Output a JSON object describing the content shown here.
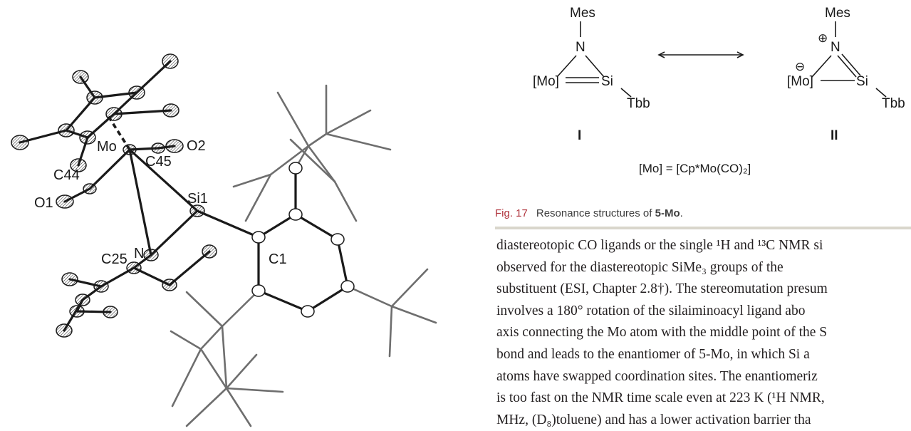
{
  "figure_left": {
    "atoms": {
      "mo": "Mo",
      "o2": "O2",
      "c45": "C45",
      "c44": "C44",
      "o1": "O1",
      "si1": "Si1",
      "n": "N",
      "c25": "C25",
      "c1": "C1"
    }
  },
  "scheme": {
    "mes_left": "Mes",
    "mes_right": "Mes",
    "n_left": "N",
    "n_right": "N",
    "mo_left": "[Mo]",
    "mo_right": "[Mo]",
    "si_left": "Si",
    "si_right": "Si",
    "tbb_left": "Tbb",
    "tbb_right": "Tbb",
    "label_left": "I",
    "label_right": "II",
    "plus": "⊕",
    "minus": "⊖",
    "definition": "[Mo] = [Cp*Mo(CO)₂]"
  },
  "caption": {
    "figure": "Fig. 17",
    "text": "Resonance structures of ",
    "compound": "5-Mo",
    "end": "."
  },
  "body_lines": [
    "diastereotopic CO ligands or the single ¹H and ¹³C NMR si",
    "observed for the diastereotopic SiMe₃ groups of the",
    "substituent (ESI, Chapter 2.8†). The stereomutation presum",
    "involves a 180° rotation of the silaiminoacyl ligand abo",
    "axis connecting the Mo atom with the middle point of the S",
    "bond and leads to the enantiomer of 5-Mo, in which Si a",
    "atoms have swapped coordination sites. The enantiomeriz",
    "is too fast on the NMR time scale even at 223 K (¹H NMR,",
    "MHz, (D₈)toluene) and has a lower activation barrier tha"
  ]
}
